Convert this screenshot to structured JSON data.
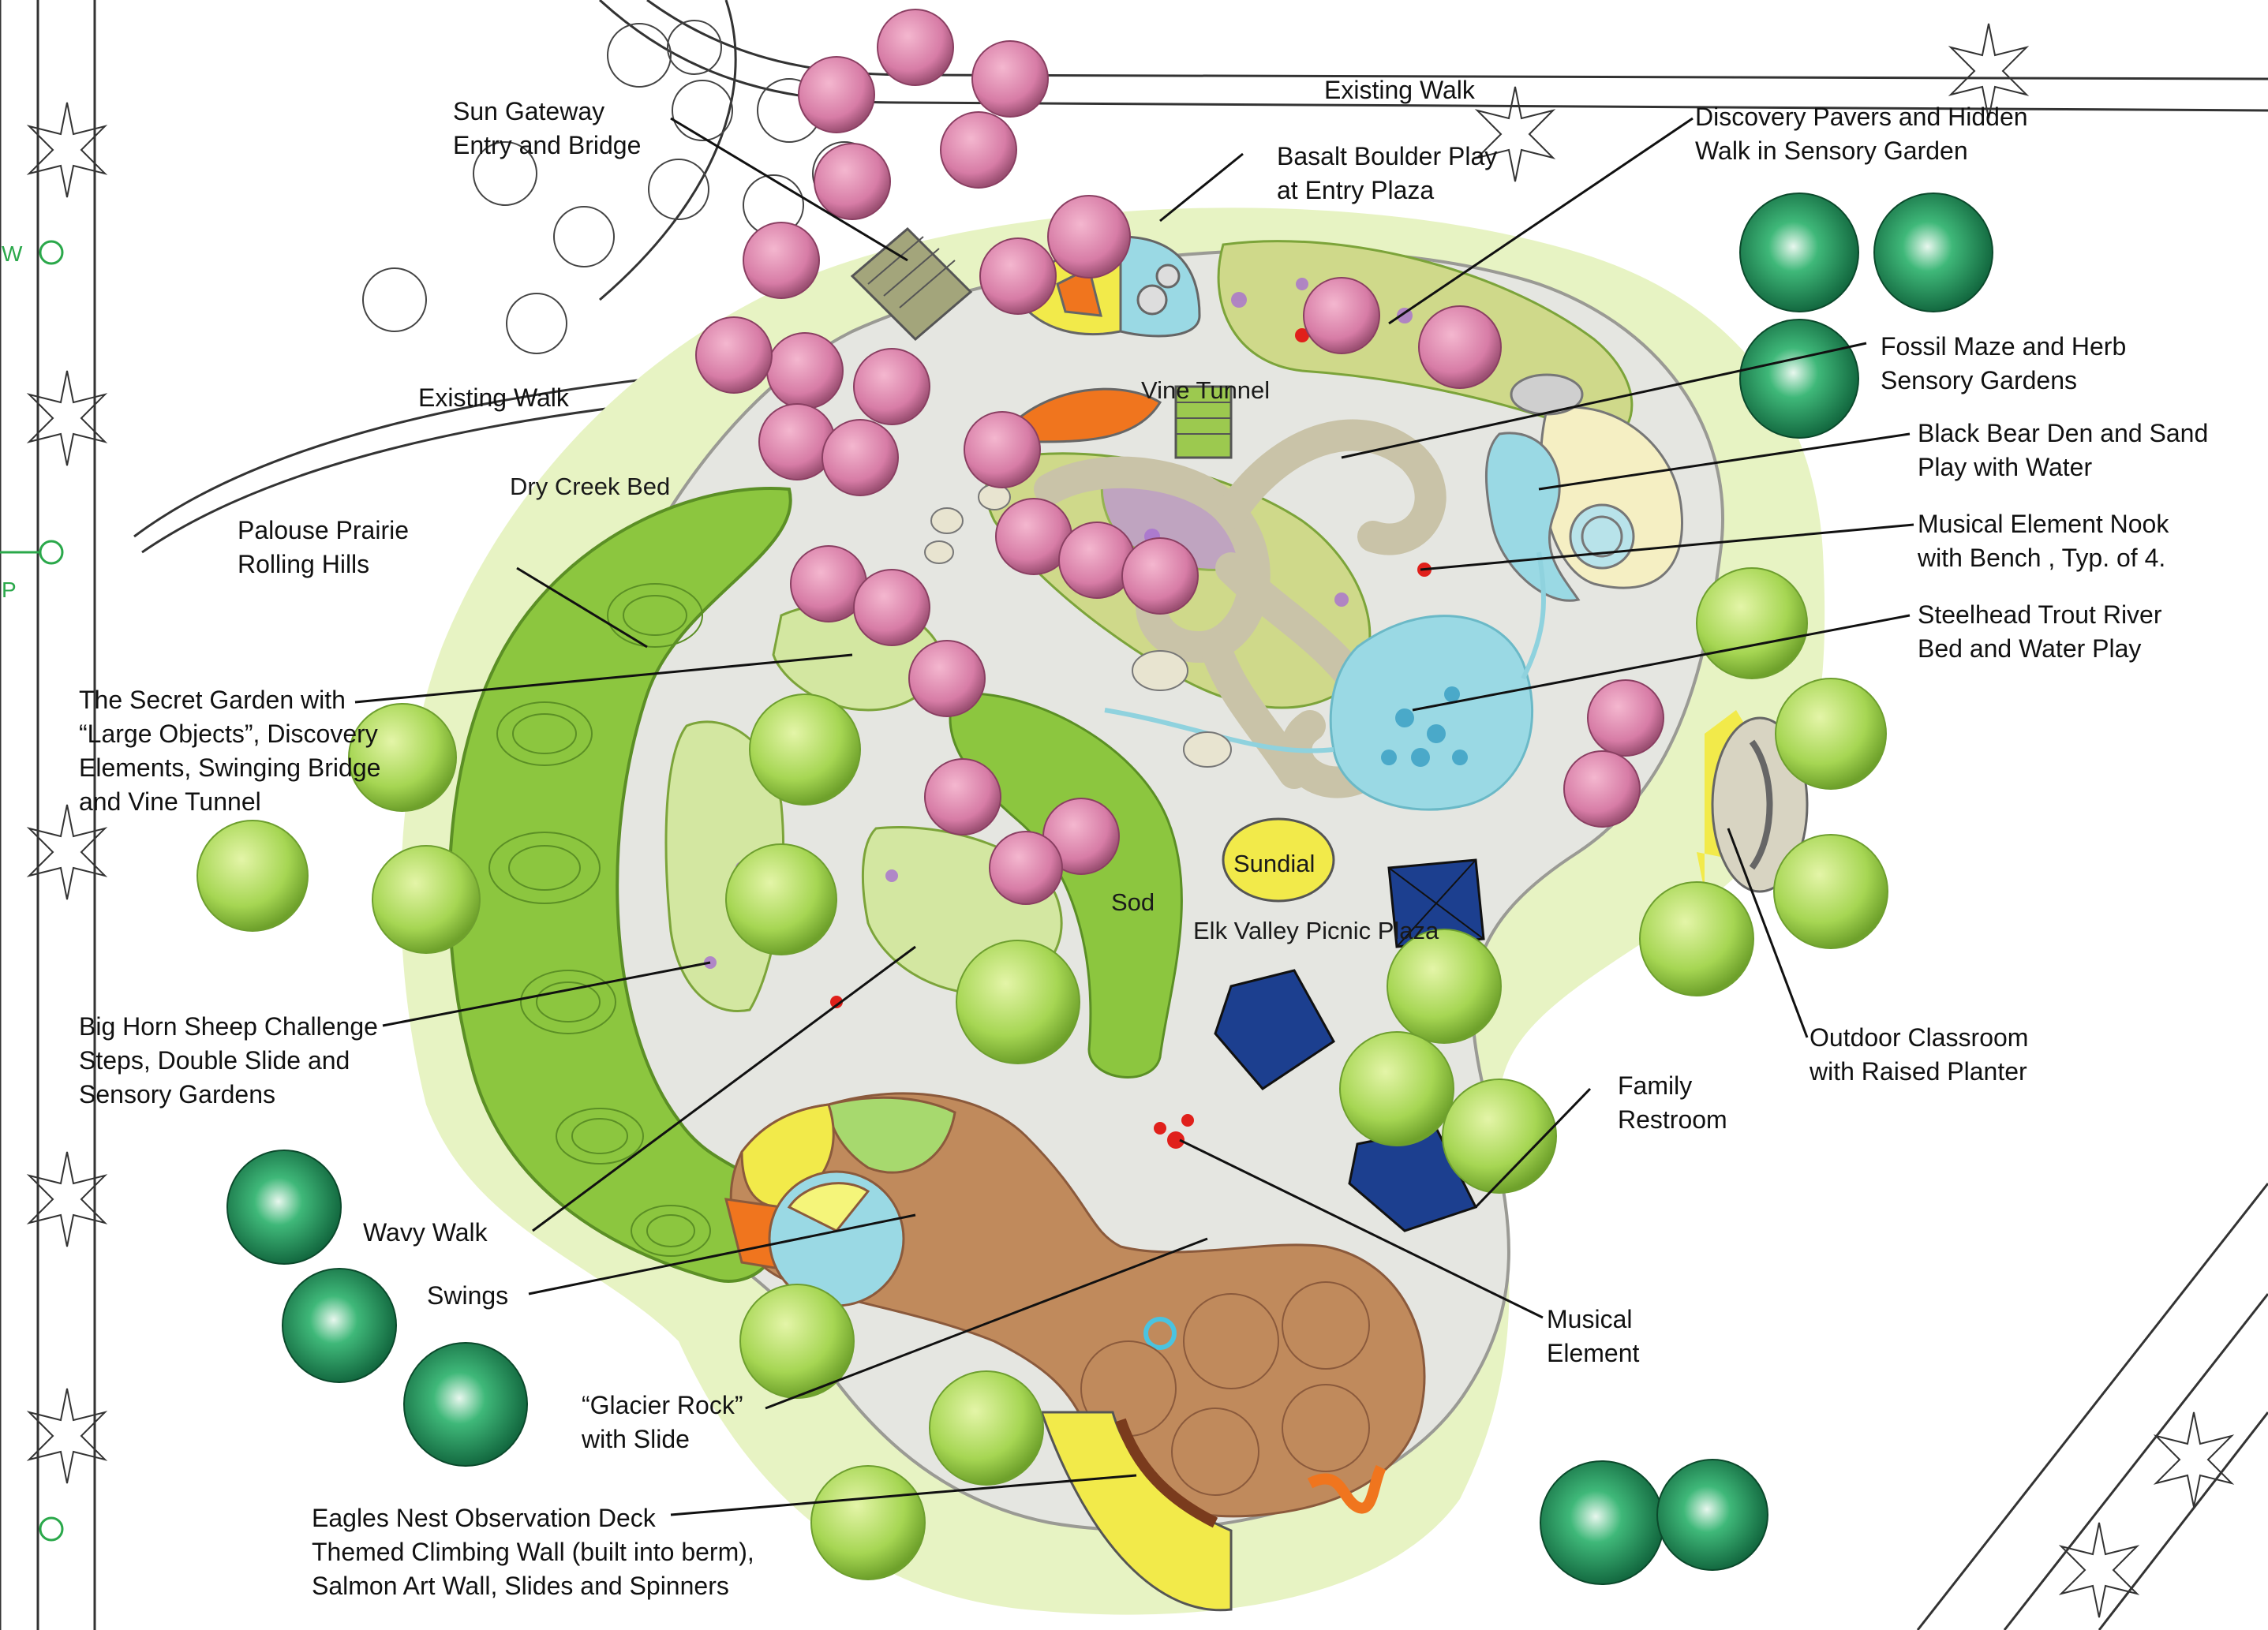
{
  "colors": {
    "lawn": "#8cc63f",
    "plaza": "#e5e6e1",
    "path": "#c9c3a8",
    "brown": "#c08a5c",
    "water": "#9ad9e4",
    "tree_pink": "#d77ca6",
    "tree_green": "#a6d653",
    "tree_dark": "#1e9a5a",
    "canopy_blue": "#1c3f8f",
    "accent_red": "#e0201b",
    "yellow": "#f2ea4a",
    "orange": "#f0751e"
  },
  "labels": {
    "sun_gateway": [
      "Sun Gateway",
      "Entry and Bridge"
    ],
    "existing_walk_top": [
      "Existing Walk"
    ],
    "existing_walk_left": [
      "Existing Walk"
    ],
    "basalt": [
      "Basalt Boulder Play",
      "at Entry Plaza"
    ],
    "discovery_pavers": [
      "Discovery Pavers and Hidden",
      "Walk in Sensory Garden"
    ],
    "fossil_maze": [
      "Fossil Maze and Herb",
      "Sensory Gardens"
    ],
    "black_bear": [
      "Black Bear Den and Sand",
      "Play with Water"
    ],
    "musical_nook": [
      "Musical Element Nook",
      "with Bench , Typ. of 4."
    ],
    "steelhead": [
      "Steelhead Trout River",
      "Bed and Water Play"
    ],
    "palouse": [
      "Palouse Prairie",
      "Rolling Hills"
    ],
    "secret_garden": [
      "The Secret Garden with",
      "“Large Objects”, Discovery",
      "Elements,  Swinging Bridge",
      "and Vine Tunnel"
    ],
    "big_horn": [
      "Big Horn Sheep Challenge",
      "Steps,  Double Slide and",
      "Sensory Gardens"
    ],
    "wavy_walk": [
      "Wavy Walk"
    ],
    "swings": [
      "Swings"
    ],
    "glacier": [
      "“Glacier Rock”",
      "with Slide"
    ],
    "eagles": [
      "Eagles Nest Observation Deck",
      "Themed Climbing Wall (built into berm),",
      "Salmon Art Wall, Slides and Spinners"
    ],
    "outdoor_classroom": [
      "Outdoor Classroom",
      "with Raised Planter"
    ],
    "family_restroom": [
      "Family",
      "Restroom"
    ],
    "musical_element": [
      "Musical",
      "Element"
    ],
    "dry_creek": [
      "Dry Creek Bed"
    ],
    "vine_tunnel": [
      "Vine Tunnel"
    ],
    "sod": [
      "Sod"
    ],
    "sundial": [
      "Sundial"
    ],
    "elk_valley": [
      "Elk Valley",
      "Picnic Plaza"
    ],
    "margin_w": [
      "W"
    ],
    "margin_p": [
      "P"
    ]
  }
}
